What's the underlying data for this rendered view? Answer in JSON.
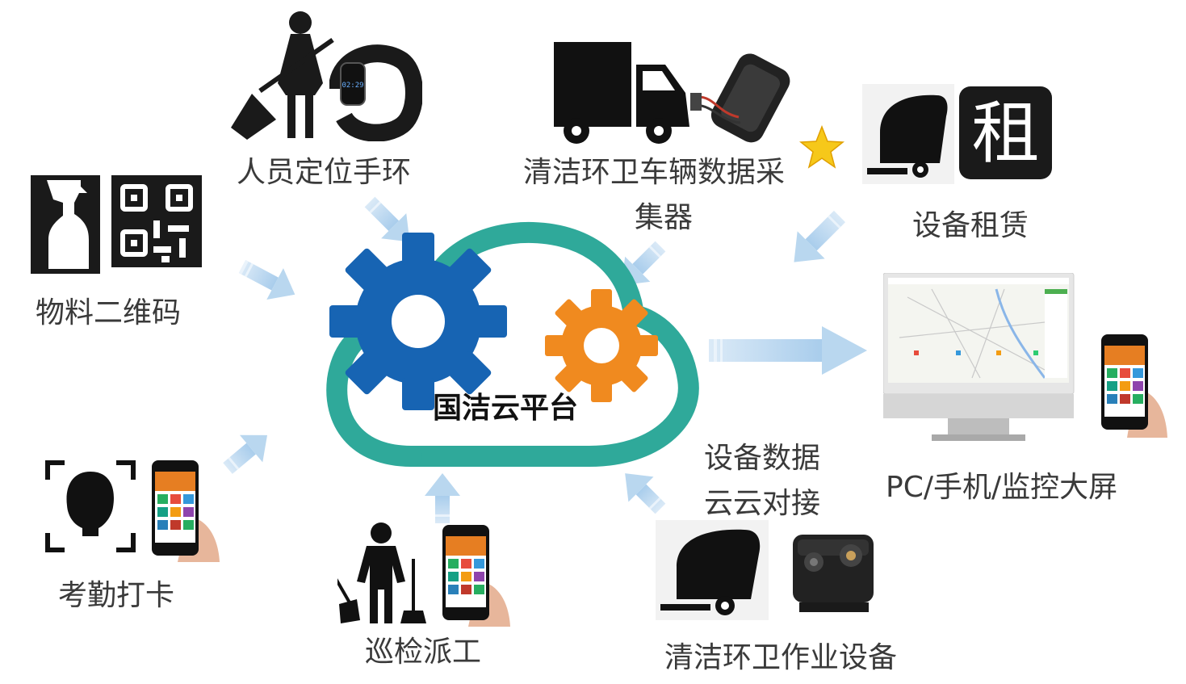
{
  "center": {
    "title": "国洁云平台"
  },
  "nodes": {
    "wristband": "人员定位手环",
    "vehicle_line1": "清洁环卫车辆数据采",
    "vehicle_line2": "集器",
    "rental": "设备租赁",
    "rent_badge": "租",
    "qrcode": "物料二维码",
    "output": "PC/手机/监控大屏",
    "cloud_line1": "设备数据",
    "cloud_line2": "云云对接",
    "attendance": "考勤打卡",
    "patrol": "巡检派工",
    "equipment": "清洁环卫作业设备"
  },
  "device_screen": {
    "watch_time": "02:29"
  },
  "colors": {
    "cloud": "#2fa99a",
    "gear_blue": "#1764b3",
    "gear_orange": "#f08a1f",
    "arrow": "#b9d7ef",
    "icon_dark": "#1a1a1a",
    "text": "#3a3a3a"
  }
}
